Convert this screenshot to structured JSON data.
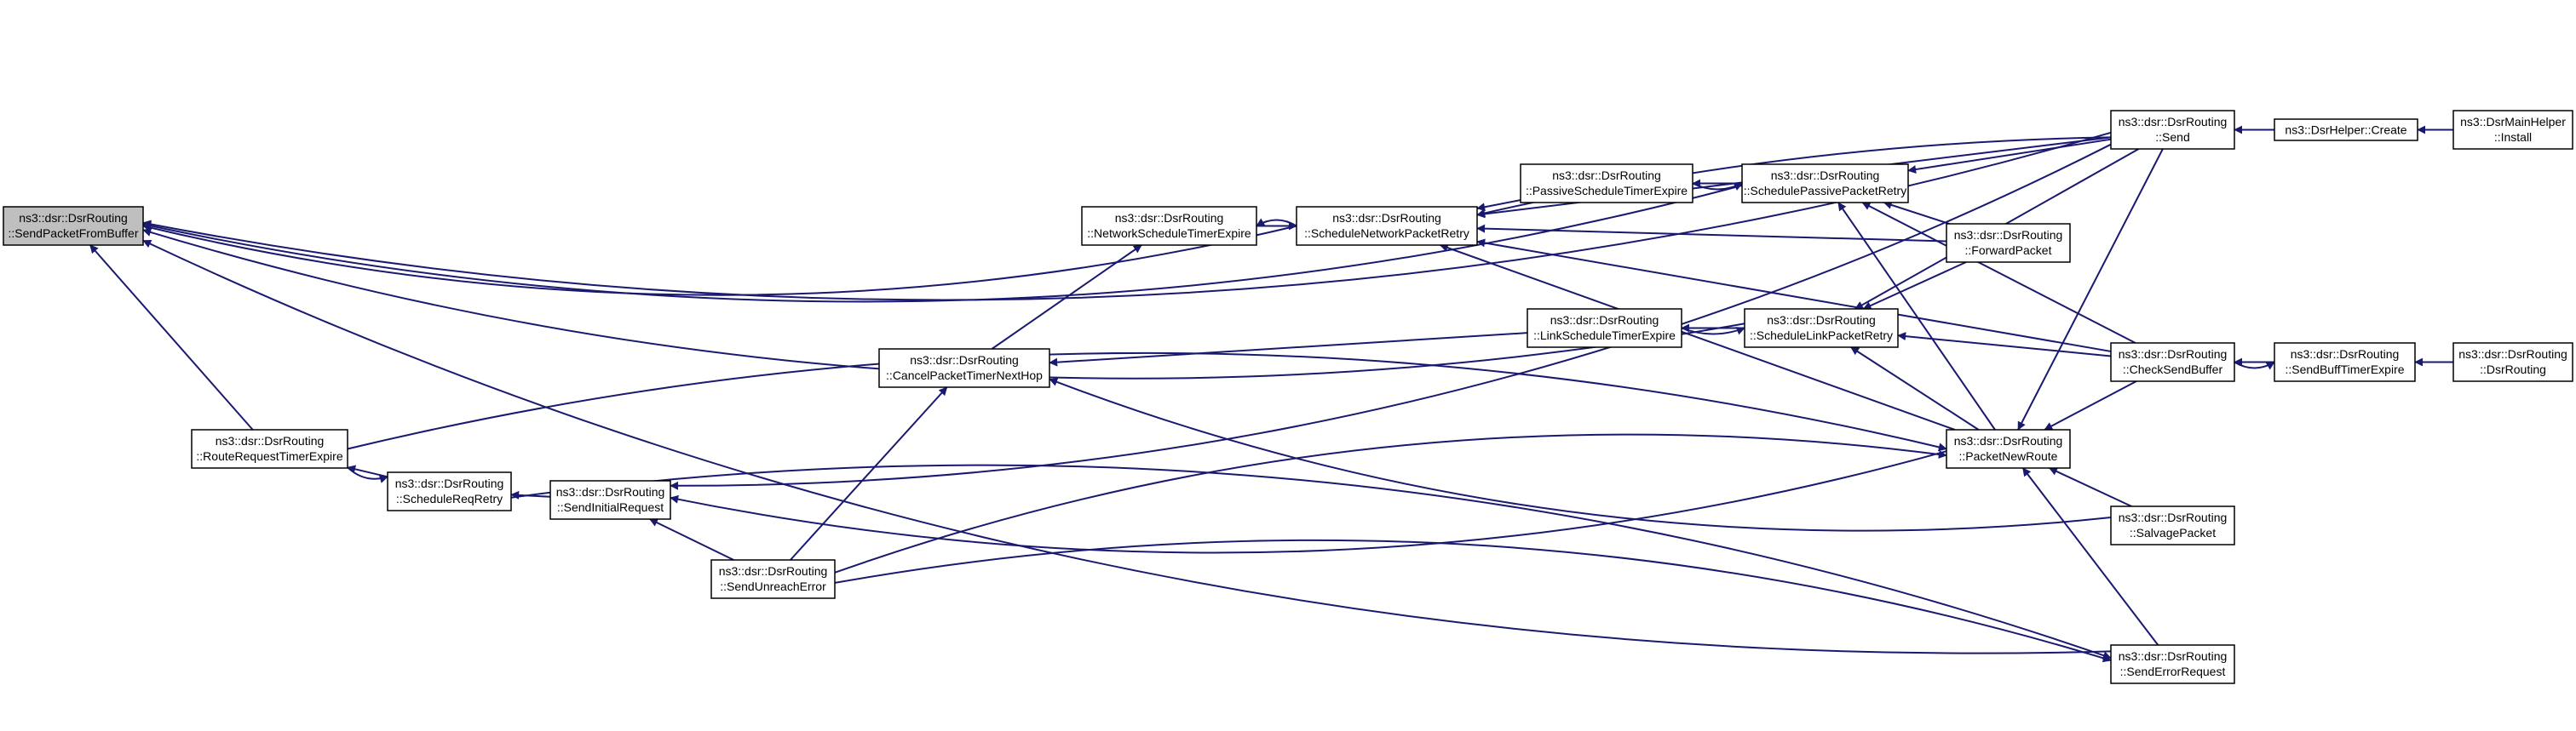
{
  "diagram": {
    "colors": {
      "edge": "#191970",
      "node_fill": "#ffffff",
      "focus_fill": "#bfbfbf",
      "border": "#000000"
    },
    "nodes": [
      {
        "id": "sendpacketfrombuffer",
        "line1": "ns3::dsr::DsrRouting",
        "line2": "::SendPacketFromBuffer",
        "focus": true
      },
      {
        "id": "routerequesttimerexpire",
        "line1": "ns3::dsr::DsrRouting",
        "line2": "::RouteRequestTimerExpire"
      },
      {
        "id": "schedulereqretry",
        "line1": "ns3::dsr::DsrRouting",
        "line2": "::ScheduleReqRetry"
      },
      {
        "id": "sendinitialrequest",
        "line1": "ns3::dsr::DsrRouting",
        "line2": "::SendInitialRequest"
      },
      {
        "id": "sendunreacherror",
        "line1": "ns3::dsr::DsrRouting",
        "line2": "::SendUnreachError"
      },
      {
        "id": "cancelpackettimernexthop",
        "line1": "ns3::dsr::DsrRouting",
        "line2": "::CancelPacketTimerNextHop"
      },
      {
        "id": "networkscheduletimerexpire",
        "line1": "ns3::dsr::DsrRouting",
        "line2": "::NetworkScheduleTimerExpire"
      },
      {
        "id": "schedulenetworkpacketretry",
        "line1": "ns3::dsr::DsrRouting",
        "line2": "::ScheduleNetworkPacketRetry"
      },
      {
        "id": "passivescheduletimerexpire",
        "line1": "ns3::dsr::DsrRouting",
        "line2": "::PassiveScheduleTimerExpire"
      },
      {
        "id": "schedulepassivepacketretry",
        "line1": "ns3::dsr::DsrRouting",
        "line2": "::SchedulePassivePacketRetry"
      },
      {
        "id": "linkscheduletimerexpire",
        "line1": "ns3::dsr::DsrRouting",
        "line2": "::LinkScheduleTimerExpire"
      },
      {
        "id": "schedulelinkpacketretry",
        "line1": "ns3::dsr::DsrRouting",
        "line2": "::ScheduleLinkPacketRetry"
      },
      {
        "id": "send",
        "line1": "ns3::dsr::DsrRouting",
        "line2": "::Send"
      },
      {
        "id": "forwardpacket",
        "line1": "ns3::dsr::DsrRouting",
        "line2": "::ForwardPacket"
      },
      {
        "id": "checksendbuffer",
        "line1": "ns3::dsr::DsrRouting",
        "line2": "::CheckSendBuffer"
      },
      {
        "id": "packetnewroute",
        "line1": "ns3::dsr::DsrRouting",
        "line2": "::PacketNewRoute"
      },
      {
        "id": "salvagepacket",
        "line1": "ns3::dsr::DsrRouting",
        "line2": "::SalvagePacket"
      },
      {
        "id": "senderrorrequest",
        "line1": "ns3::dsr::DsrRouting",
        "line2": "::SendErrorRequest"
      },
      {
        "id": "dsrhelpercreate",
        "line1": "ns3::DsrHelper::Create",
        "line2": ""
      },
      {
        "id": "dsrmainhelperinstall",
        "line1": "ns3::DsrMainHelper",
        "line2": "::Install"
      },
      {
        "id": "sendbufftimerexpire",
        "line1": "ns3::dsr::DsrRouting",
        "line2": "::SendBuffTimerExpire"
      },
      {
        "id": "dsrrouting",
        "line1": "ns3::dsr::DsrRouting",
        "line2": "::DsrRouting"
      }
    ],
    "edges": [
      {
        "from": "routerequesttimerexpire",
        "to": "sendpacketfrombuffer"
      },
      {
        "from": "schedulereqretry",
        "to": "routerequesttimerexpire"
      },
      {
        "from": "routerequesttimerexpire",
        "to": "schedulereqretry"
      },
      {
        "from": "sendinitialrequest",
        "to": "schedulereqretry"
      },
      {
        "from": "sendunreacherror",
        "to": "sendinitialrequest"
      },
      {
        "from": "packetnewroute",
        "to": "sendinitialrequest"
      },
      {
        "from": "sendunreacherror",
        "to": "cancelpackettimernexthop"
      },
      {
        "from": "cancelpackettimernexthop",
        "to": "networkscheduletimerexpire"
      },
      {
        "from": "networkscheduletimerexpire",
        "to": "schedulenetworkpacketretry"
      },
      {
        "from": "schedulenetworkpacketretry",
        "to": "networkscheduletimerexpire"
      },
      {
        "from": "passivescheduletimerexpire",
        "to": "schedulenetworkpacketretry"
      },
      {
        "from": "schedulepassivepacketretry",
        "to": "passivescheduletimerexpire"
      },
      {
        "from": "passivescheduletimerexpire",
        "to": "schedulepassivepacketretry"
      },
      {
        "from": "send",
        "to": "schedulepassivepacketretry"
      },
      {
        "from": "forwardpacket",
        "to": "schedulepassivepacketretry"
      },
      {
        "from": "send",
        "to": "schedulenetworkpacketretry"
      },
      {
        "from": "forwardpacket",
        "to": "schedulenetworkpacketretry"
      },
      {
        "from": "linkscheduletimerexpire",
        "to": "cancelpackettimernexthop"
      },
      {
        "from": "schedulelinkpacketretry",
        "to": "linkscheduletimerexpire"
      },
      {
        "from": "linkscheduletimerexpire",
        "to": "schedulelinkpacketretry"
      },
      {
        "from": "checksendbuffer",
        "to": "schedulelinkpacketretry"
      },
      {
        "from": "forwardpacket",
        "to": "schedulelinkpacketretry"
      },
      {
        "from": "packetnewroute",
        "to": "schedulelinkpacketretry"
      },
      {
        "from": "dsrhelpercreate",
        "to": "send"
      },
      {
        "from": "dsrmainhelperinstall",
        "to": "dsrhelpercreate"
      },
      {
        "from": "sendbufftimerexpire",
        "to": "checksendbuffer"
      },
      {
        "from": "checksendbuffer",
        "to": "sendbufftimerexpire"
      },
      {
        "from": "dsrrouting",
        "to": "sendbufftimerexpire"
      },
      {
        "from": "checksendbuffer",
        "to": "packetnewroute"
      },
      {
        "from": "salvagepacket",
        "to": "packetnewroute"
      },
      {
        "from": "senderrorrequest",
        "to": "packetnewroute"
      },
      {
        "from": "send",
        "to": "packetnewroute"
      },
      {
        "from": "sendunreacherror",
        "to": "packetnewroute"
      },
      {
        "from": "sendunreacherror",
        "to": "senderrorrequest"
      },
      {
        "from": "routerequesttimerexpire",
        "to": "packetnewroute"
      },
      {
        "from": "schedulereqretry",
        "to": "senderrorrequest"
      },
      {
        "from": "senderrorrequest",
        "to": "sendpacketfrombuffer"
      },
      {
        "from": "send",
        "to": "sendpacketfrombuffer"
      },
      {
        "from": "schedulepassivepacketretry",
        "to": "sendpacketfrombuffer"
      },
      {
        "from": "schedulenetworkpacketretry",
        "to": "sendpacketfrombuffer"
      },
      {
        "from": "schedulelinkpacketretry",
        "to": "sendpacketfrombuffer"
      },
      {
        "from": "send",
        "to": "sendinitialrequest"
      },
      {
        "from": "send",
        "to": "schedulenetworkpacketretry"
      },
      {
        "from": "checksendbuffer",
        "to": "schedulepassivepacketretry"
      },
      {
        "from": "checksendbuffer",
        "to": "schedulenetworkpacketretry"
      },
      {
        "from": "packetnewroute",
        "to": "schedulepassivepacketretry"
      },
      {
        "from": "packetnewroute",
        "to": "schedulenetworkpacketretry"
      },
      {
        "from": "send",
        "to": "schedulelinkpacketretry"
      },
      {
        "from": "salvagepacket",
        "to": "cancelpackettimernexthop"
      }
    ]
  }
}
